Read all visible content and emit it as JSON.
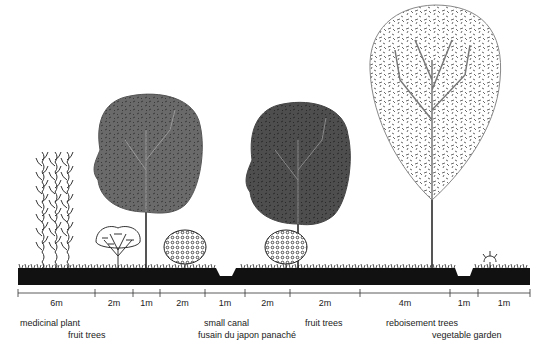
{
  "diagram": {
    "labels": [
      "6m",
      "2m",
      "1m",
      "2m",
      "1m",
      "2m",
      "2m",
      "4m",
      "1m",
      "1m",
      "medicinal plant",
      "fruit trees",
      "small canal",
      "fusain du japon panaché",
      "fruit trees",
      "reboisement trees",
      "vegetable garden"
    ]
  }
}
